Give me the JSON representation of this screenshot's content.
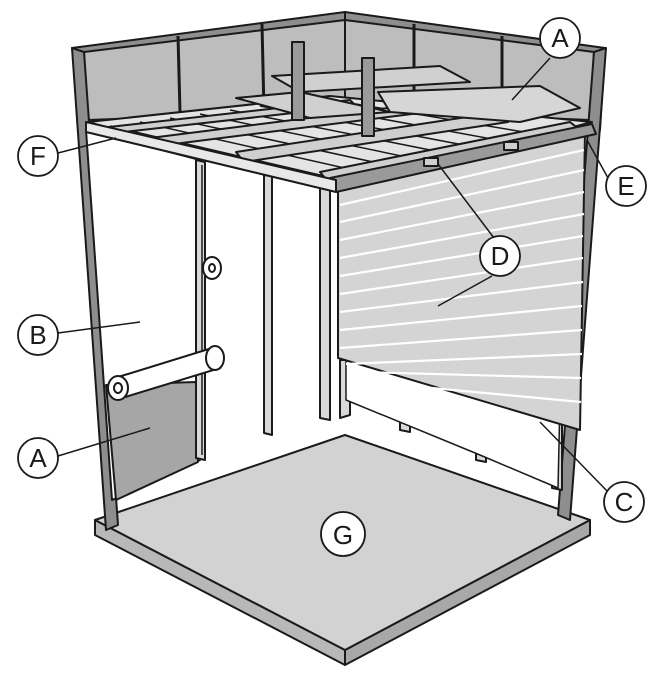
{
  "diagram": {
    "labels": {
      "insulation_ceiling": "A",
      "insulation_wall": "A",
      "vapour_barrier_roll": "B",
      "wall_panelling": "C",
      "battens": "D",
      "ceiling_beam": "E",
      "ceiling_batten": "F",
      "floor": "G"
    }
  },
  "colors": {
    "outline": "#1a1a1a",
    "wall_gray": "#8c8c8c",
    "panel_gray": "#d6d6d6",
    "floor_gray": "#cfcfcf",
    "light_gray": "#e6e6e6",
    "white": "#ffffff"
  }
}
